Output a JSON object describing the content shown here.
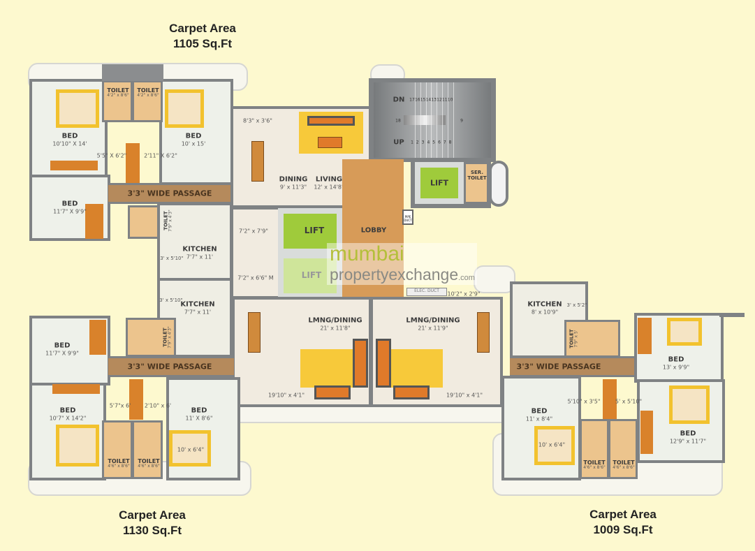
{
  "carpet_areas": {
    "top": {
      "label": "Carpet Area",
      "value": "1105 Sq.Ft"
    },
    "bottom_left": {
      "label": "Carpet Area",
      "value": "1130 Sq.Ft"
    },
    "bottom_right": {
      "label": "Carpet Area",
      "value": "1009 Sq.Ft"
    }
  },
  "unit_top": {
    "bed1": {
      "name": "BED",
      "size": "10'10\" X 14'"
    },
    "bed2": {
      "name": "BED",
      "size": "10' x 15'"
    },
    "bed3": {
      "name": "BED",
      "size": "11'7\" X 9'9\""
    },
    "toilet1": {
      "name": "TOILET",
      "size": "4'2\" x 8'6\""
    },
    "toilet2": {
      "name": "TOILET",
      "size": "4'2\" x 8'6\""
    },
    "toilet3": {
      "name": "TOILET",
      "size": "7'9\" x 4'3\""
    },
    "dress1": "5'5\" X 6'2\"",
    "dress2": "2'11\" X 6'2\"",
    "passage": "3'3\" WIDE PASSAGE",
    "kitchen": {
      "name": "KITCHEN",
      "size": "7'7\" x 11'"
    },
    "utility": "3' x 5'10\"",
    "dining": {
      "name": "DINING",
      "size": "9' x 11'3\""
    },
    "living": {
      "name": "LIVING",
      "size": "12' x 14'8\""
    },
    "balcony": "8'3\" x 3'6\"",
    "dim_a": "7'2\" x 7'9\"",
    "dim_b": "7'2\" x 6'6\" M"
  },
  "core": {
    "lift1": "LIFT",
    "lift2": "LIFT",
    "lift3": "LIFT",
    "lobby": "LOBBY",
    "stair_dn": "DN",
    "stair_up": "UP",
    "stair_numbers_top": [
      "17",
      "16",
      "15",
      "14",
      "13",
      "12",
      "11",
      "10"
    ],
    "stair_numbers_bottom": [
      "1",
      "2",
      "3",
      "4",
      "5",
      "6",
      "7",
      "8"
    ],
    "stair_left": "18",
    "stair_right": "9",
    "ser_toilet": "SER. TOILET",
    "duct": "PIPE DUCT",
    "elec_duct": "ELEC. DUCT"
  },
  "unit_bottom_left": {
    "bed1": {
      "name": "BED",
      "size": "11'7\" X 9'9\""
    },
    "bed2": {
      "name": "BED",
      "size": "10'7\" X 14'2\""
    },
    "bed3": {
      "name": "BED",
      "size": "11' X 8'6\""
    },
    "bed3_inner": "10' x 6'4\"",
    "toilet1": {
      "name": "TOILET",
      "size": "4'6\" x 8'6\""
    },
    "toilet2": {
      "name": "TOILET",
      "size": "4'6\" x 8'6\""
    },
    "toilet3": {
      "name": "TOILET",
      "size": "7'9\" x 4'3\""
    },
    "dress1": "5'7\"x 6'",
    "dress2": "2'10\" x 6'",
    "passage": "3'3\" WIDE PASSAGE",
    "kitchen": {
      "name": "KITCHEN",
      "size": "7'7\" x 11'"
    },
    "utility": "3' x 5'10\"",
    "lmng": {
      "name": "LMNG/DINING",
      "size": "21' x 11'8\""
    },
    "balcony": "19'10\" x 4'1\""
  },
  "unit_bottom_right": {
    "lmng": {
      "name": "LMNG/DINING",
      "size": "21' x 11'9\""
    },
    "balcony": "19'10\" x 4'1\"",
    "dim_top": "10'2\" x 2'9\"",
    "kitchen": {
      "name": "KITCHEN",
      "size": "8' x 10'9\""
    },
    "utility": "3' x 5'2\"",
    "toilet3": {
      "name": "TOILET",
      "size": "7'9\" x 5'"
    },
    "passage": "3'3\" WIDE PASSAGE",
    "bed1": {
      "name": "BED",
      "size": "13' x 9'9\""
    },
    "bed2": {
      "name": "BED",
      "size": "11' x 8'4\""
    },
    "bed2_inner": "10' x 6'4\"",
    "bed3": {
      "name": "BED",
      "size": "12'9\" x 11'7\""
    },
    "dress1": "5'10\" x 3'5\"",
    "dress2": "5' x 5'10\"",
    "toilet1": {
      "name": "TOILET",
      "size": "4'6\" x 8'6\""
    },
    "toilet2": {
      "name": "TOILET",
      "size": "4'6\" x 8'6\""
    }
  },
  "watermark": {
    "line1": "mumbai",
    "line2": "propertyexchange",
    "suffix": ".com"
  },
  "colors": {
    "background": "#fdf9cf",
    "wall": "#7f8284",
    "lift": "#9fcb3b",
    "passage": "#b58a5c",
    "lobby": "#d79b58",
    "toilet": "#ecc48d"
  }
}
